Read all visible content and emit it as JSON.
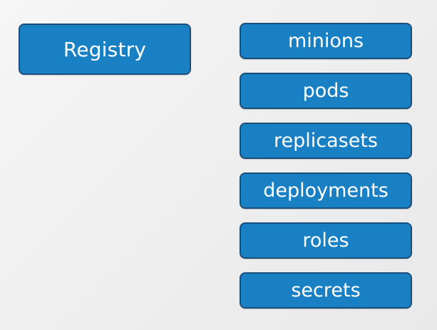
{
  "registry": {
    "label": "Registry"
  },
  "resources": [
    {
      "label": "minions"
    },
    {
      "label": "pods"
    },
    {
      "label": "replicasets"
    },
    {
      "label": "deployments"
    },
    {
      "label": "roles"
    },
    {
      "label": "secrets"
    }
  ],
  "colors": {
    "box_fill": "#1a80c4",
    "box_border": "#1b4f7b",
    "text": "#ffffff"
  }
}
